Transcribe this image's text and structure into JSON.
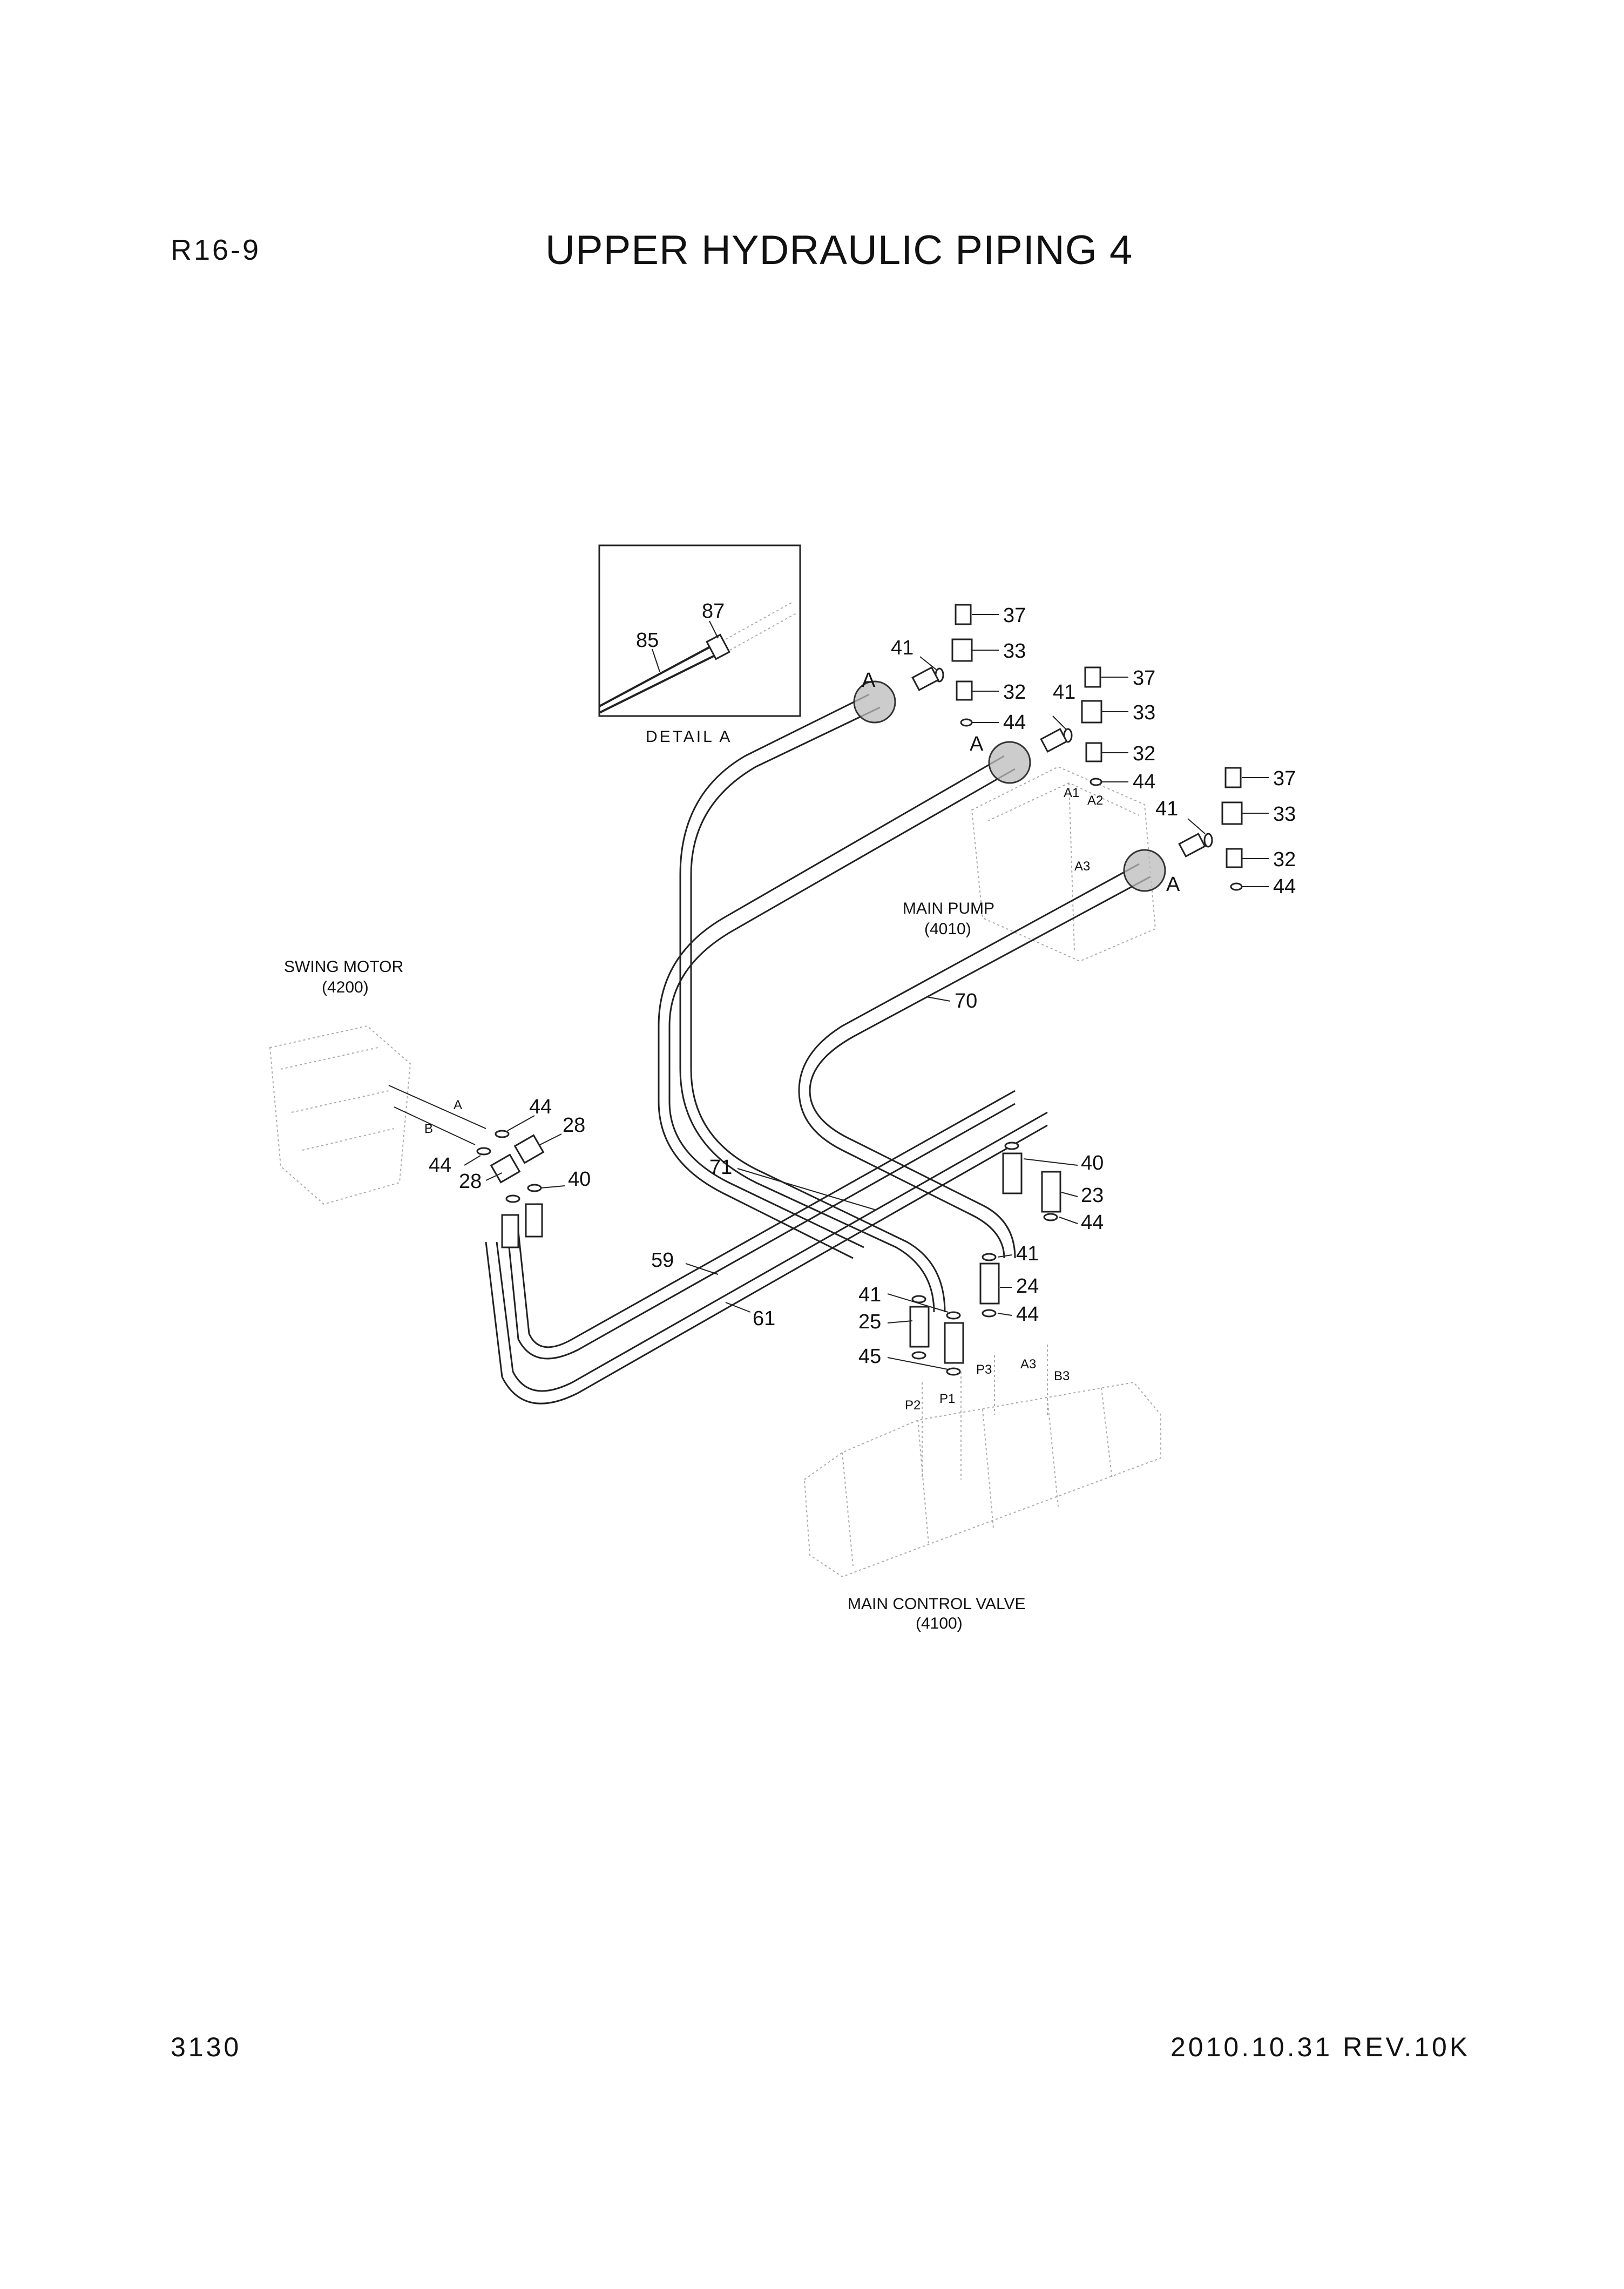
{
  "header": {
    "model_code": "R16-9",
    "title": "UPPER HYDRAULIC PIPING 4"
  },
  "footer": {
    "page_number": "3130",
    "revision": "2010.10.31  REV.10K"
  },
  "detail": {
    "caption": "DETAIL A",
    "parts": [
      "87",
      "85"
    ]
  },
  "components": {
    "main_pump": {
      "name": "MAIN PUMP",
      "code": "(4010)"
    },
    "swing_motor": {
      "name": "SWING MOTOR",
      "code": "(4200)"
    },
    "main_control_valve": {
      "name": "MAIN CONTROL VALVE",
      "code": "(4100)"
    }
  },
  "detail_markers": [
    "A",
    "A",
    "A"
  ],
  "ports": {
    "pump": [
      "A1",
      "A2",
      "A3"
    ],
    "motor": [
      "A",
      "B"
    ],
    "valve": [
      "P2",
      "P1",
      "P3",
      "A3",
      "B3"
    ]
  },
  "callouts": {
    "c37a": "37",
    "c33a": "33",
    "c41a": "41",
    "c32a": "32",
    "c44a": "44",
    "c37b": "37",
    "c33b": "33",
    "c41b": "41",
    "c32b": "32",
    "c44b": "44",
    "c37c": "37",
    "c33c": "33",
    "c41c": "41",
    "c32c": "32",
    "c44c": "44",
    "c70": "70",
    "c71": "71",
    "c59": "59",
    "c61": "61",
    "c44m1": "44",
    "c28m1": "28",
    "c44m2": "44",
    "c28m2": "28",
    "c40m": "40",
    "c40v": "40",
    "c23v": "23",
    "c44v1": "44",
    "c41v": "41",
    "c24v": "24",
    "c44v2": "44",
    "c41w": "41",
    "c25w": "25",
    "c45w": "45"
  }
}
